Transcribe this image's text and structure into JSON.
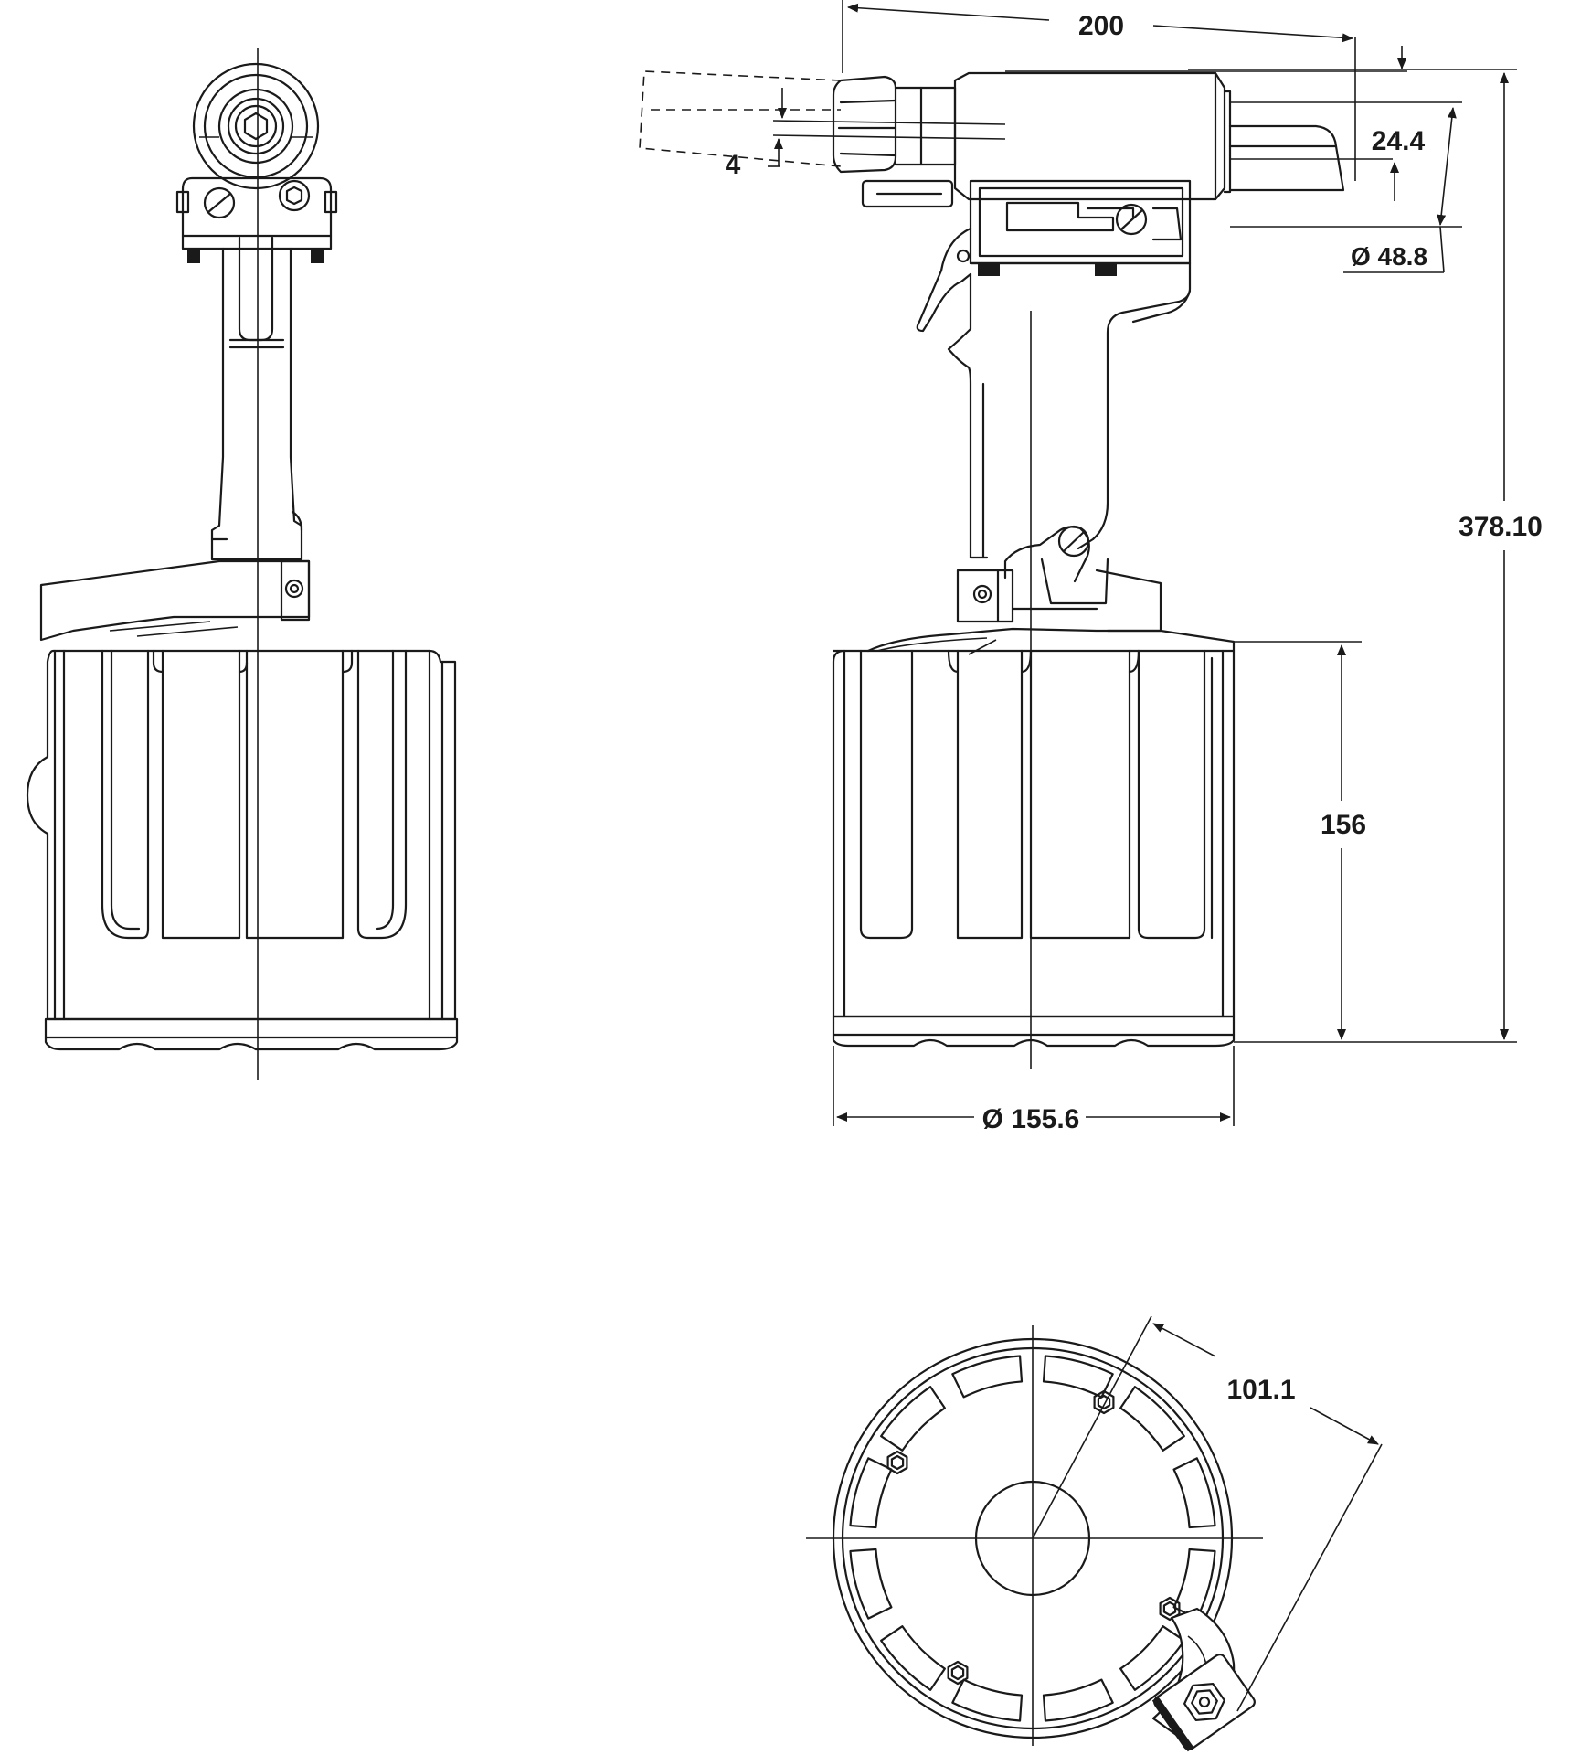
{
  "dimensions": {
    "length": "200",
    "offset": "24.4",
    "stroke": "4",
    "head_diameter": "Ø 48.8",
    "total_height": "378.10",
    "reservoir_height": "156",
    "reservoir_diameter": "Ø 155.6",
    "radius_reach": "101.1"
  },
  "colors": {
    "line": "#1a1a1a",
    "background": "#ffffff"
  }
}
